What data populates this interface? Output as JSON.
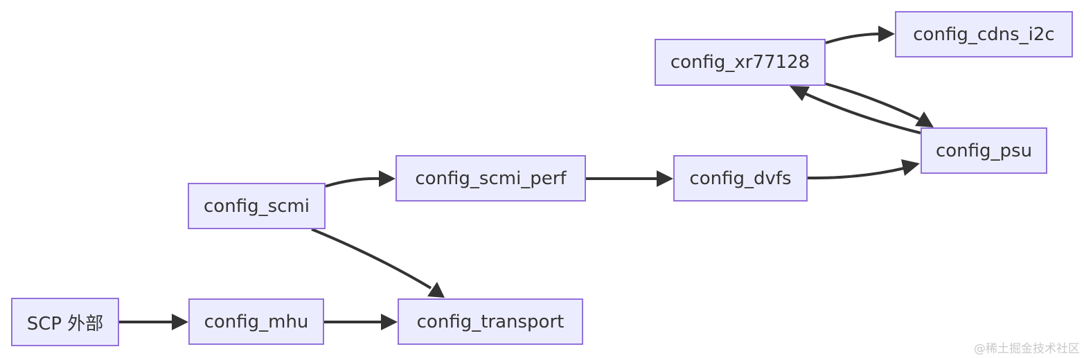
{
  "diagram": {
    "nodes": {
      "scp_external": "SCP 外部",
      "mhu": "config_mhu",
      "transport": "config_transport",
      "scmi": "config_scmi",
      "scmi_perf": "config_scmi_perf",
      "dvfs": "config_dvfs",
      "psu": "config_psu",
      "xr77128": "config_xr77128",
      "cdns_i2c": "config_cdns_i2c"
    }
  },
  "watermark": "@稀土掘金技术社区",
  "colors": {
    "node_fill": "#ececff",
    "node_border": "#9370db",
    "edge": "#333333",
    "text": "#333333"
  }
}
